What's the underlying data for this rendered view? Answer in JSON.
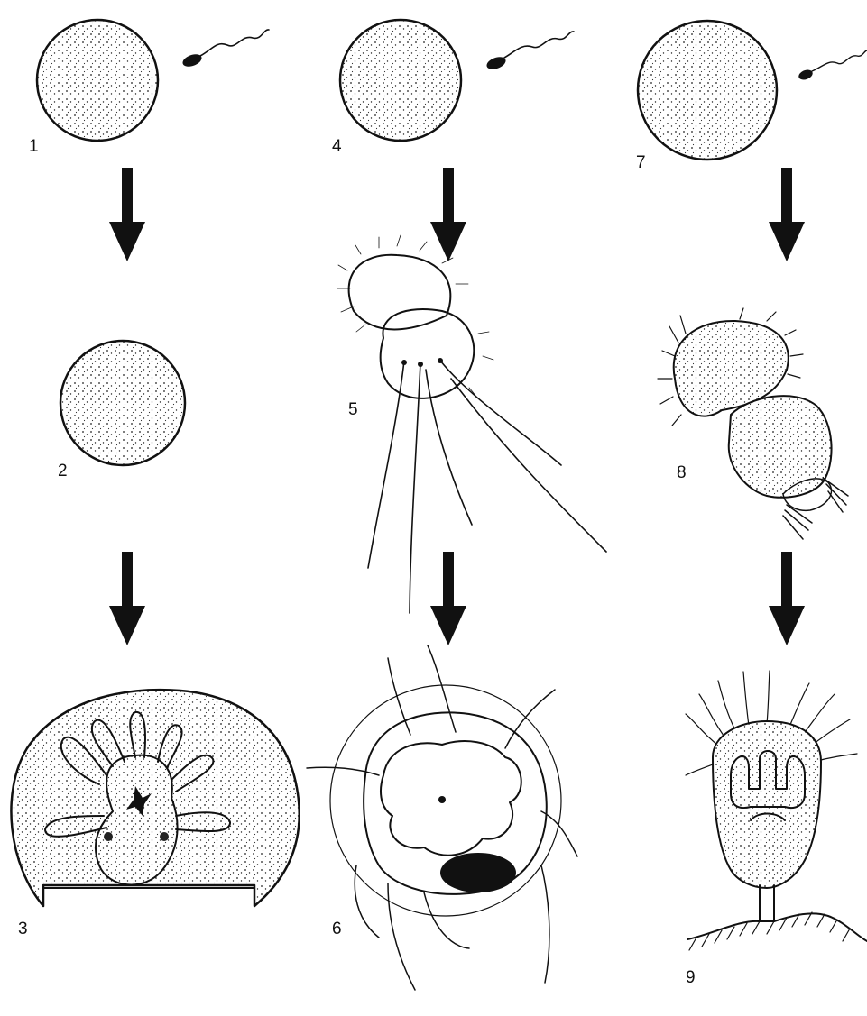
{
  "figure": {
    "labels": {
      "n1": "1",
      "n2": "2",
      "n3": "3",
      "n4": "4",
      "n5": "5",
      "n6": "6",
      "n7": "7",
      "n8": "8",
      "n9": "9"
    }
  },
  "icons": {
    "egg": "stippled-circle-egg",
    "sperm": "sperm-cell",
    "arrow": "down-arrow",
    "larva": "ciliated-larva",
    "polyp": "attached-polyp"
  },
  "colors": {
    "ink": "#111111",
    "background": "#ffffff"
  }
}
